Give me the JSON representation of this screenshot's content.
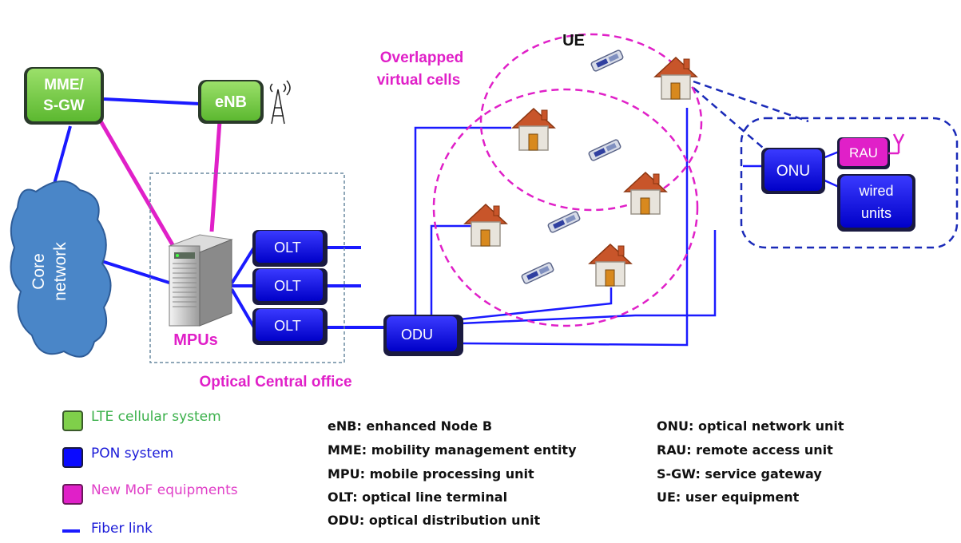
{
  "nodes": {
    "mme": [
      "MME/",
      "S-GW"
    ],
    "enb": "eNB",
    "core": [
      "Core",
      "network"
    ],
    "olt1": "OLT",
    "olt2": "OLT",
    "olt3": "OLT",
    "odu": "ODU",
    "onu": "ONU",
    "rau": "RAU",
    "wired": [
      "wired",
      "units"
    ],
    "mpus": "MPUs",
    "central_office": "Optical Central office",
    "ue": "UE",
    "overlapped": [
      "Overlapped",
      "virtual cells"
    ]
  },
  "legend": [
    {
      "label": "LTE cellular system",
      "color": "#7fd04a"
    },
    {
      "label": "PON system",
      "color": "#0a0aff"
    },
    {
      "label": "New MoF equipments",
      "color": "#e020c8"
    },
    {
      "label": "Fiber link",
      "color": "#1a1aff"
    }
  ],
  "abbreviations_left": [
    "eNB: enhanced Node B",
    "MME: mobility management entity",
    "MPU: mobile processing unit",
    "OLT: optical line terminal",
    "ODU: optical distribution unit"
  ],
  "abbreviations_right": [
    "ONU: optical network unit",
    "RAU: remote access unit",
    "S-GW: service gateway",
    "UE: user equipment"
  ],
  "colors": {
    "lte_green": "#7fd04a",
    "pon_blue": "#0a0aff",
    "mof_pink": "#e020c8",
    "fiber": "#1a1aff",
    "cloud": "#4a86c8"
  }
}
